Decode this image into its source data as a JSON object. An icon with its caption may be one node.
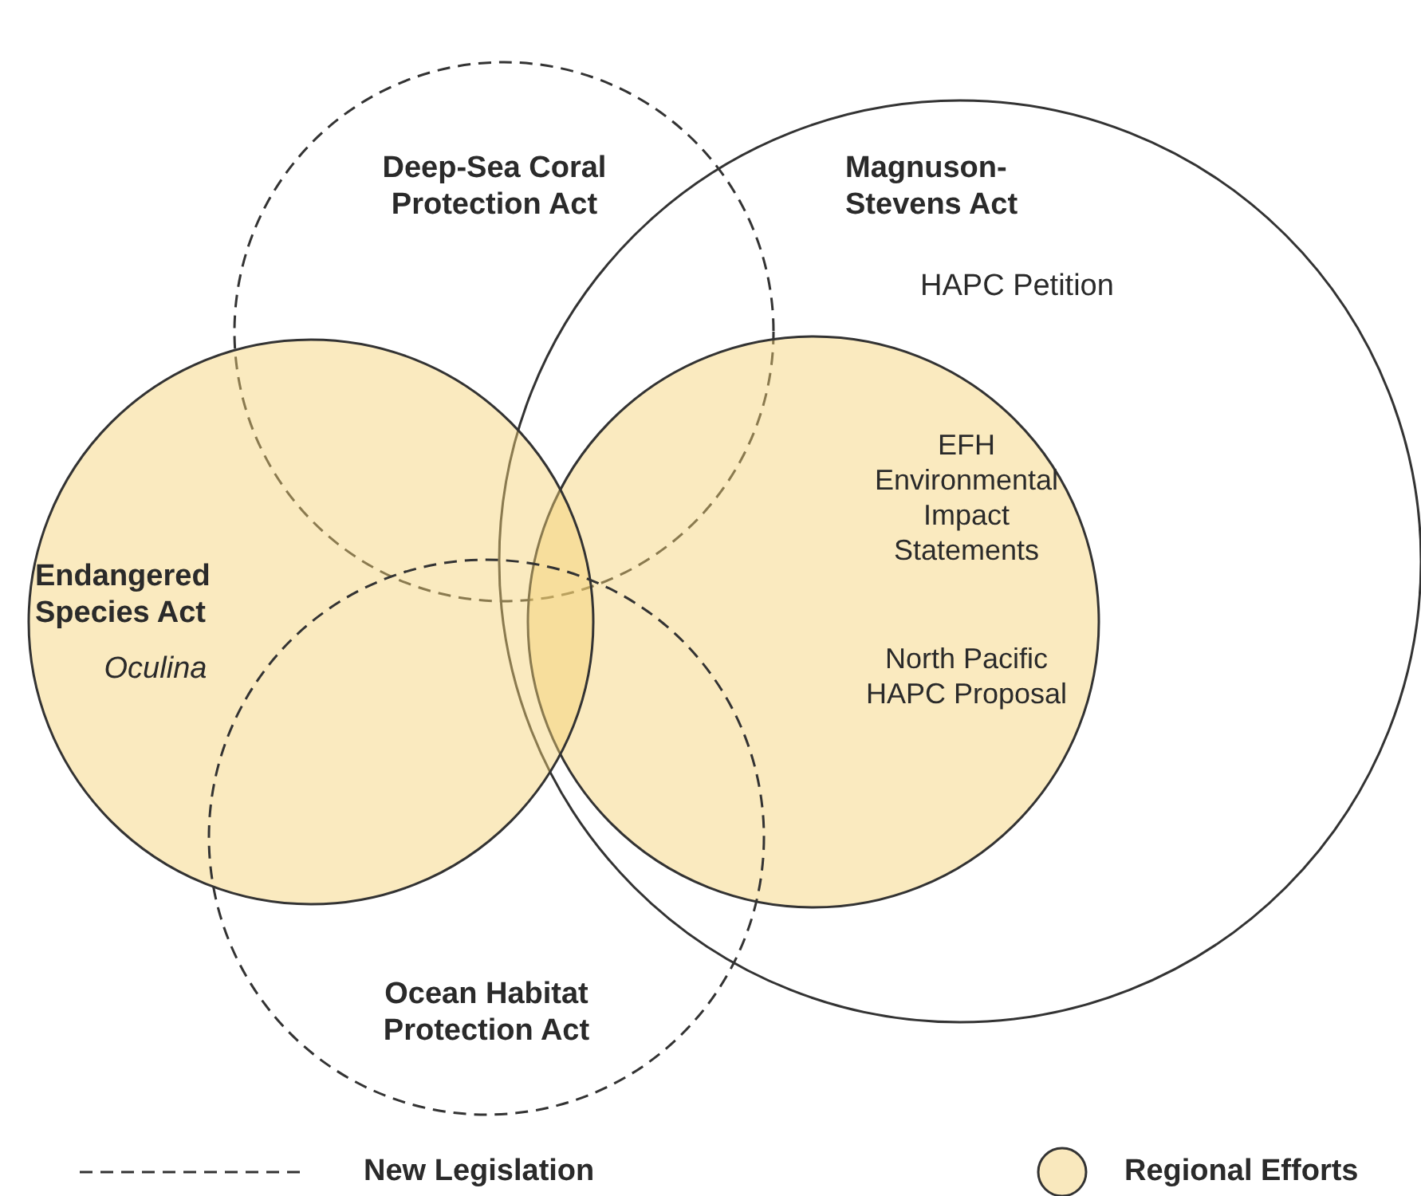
{
  "diagram": {
    "nodes": [
      {
        "text": [
          "Deep-Sea Coral Protection Act"
        ]
      },
      {
        "text": [
          "Magnuson-Stevens Act",
          "HAPC Petition"
        ]
      },
      {
        "text": [
          "Endangered Species Act",
          "*Oculina*"
        ]
      },
      {
        "text": [
          "EFH Environmental Impact Statements",
          "North Pacific HAPC Proposal"
        ],
        "in": 1
      },
      {
        "text": [
          "Ocean Habitat Protection Act"
        ]
      }
    ],
    "legend": [
      {
        "text": "New Legislation"
      },
      {
        "text": "Regional Efforts",
        "color": "#f9e8bd"
      }
    ]
  }
}
